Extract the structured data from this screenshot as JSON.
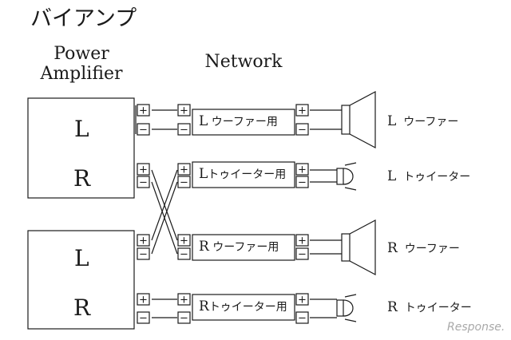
{
  "title": "バイアンプ",
  "headers": {
    "power_amplifier_line1": "Power",
    "power_amplifier_line2": "Amplifier",
    "network": "Network"
  },
  "terminals": {
    "plus": "+",
    "minus": "−"
  },
  "amplifiers": [
    {
      "top_channel": "L",
      "bottom_channel": "R"
    },
    {
      "top_channel": "L",
      "bottom_channel": "R"
    }
  ],
  "networks": [
    {
      "channel": "L",
      "label": "ウーファー用"
    },
    {
      "channel": "L",
      "label": "トゥイーター用"
    },
    {
      "channel": "R",
      "label": "ウーファー用"
    },
    {
      "channel": "R",
      "label": "トゥイーター用"
    }
  ],
  "speakers": [
    {
      "channel": "L",
      "label": "ウーファー",
      "kind": "woofer"
    },
    {
      "channel": "L",
      "label": "トゥイーター",
      "kind": "tweeter"
    },
    {
      "channel": "R",
      "label": "ウーファー",
      "kind": "woofer"
    },
    {
      "channel": "R",
      "label": "トゥイーター",
      "kind": "tweeter"
    }
  ],
  "watermark": "Response."
}
